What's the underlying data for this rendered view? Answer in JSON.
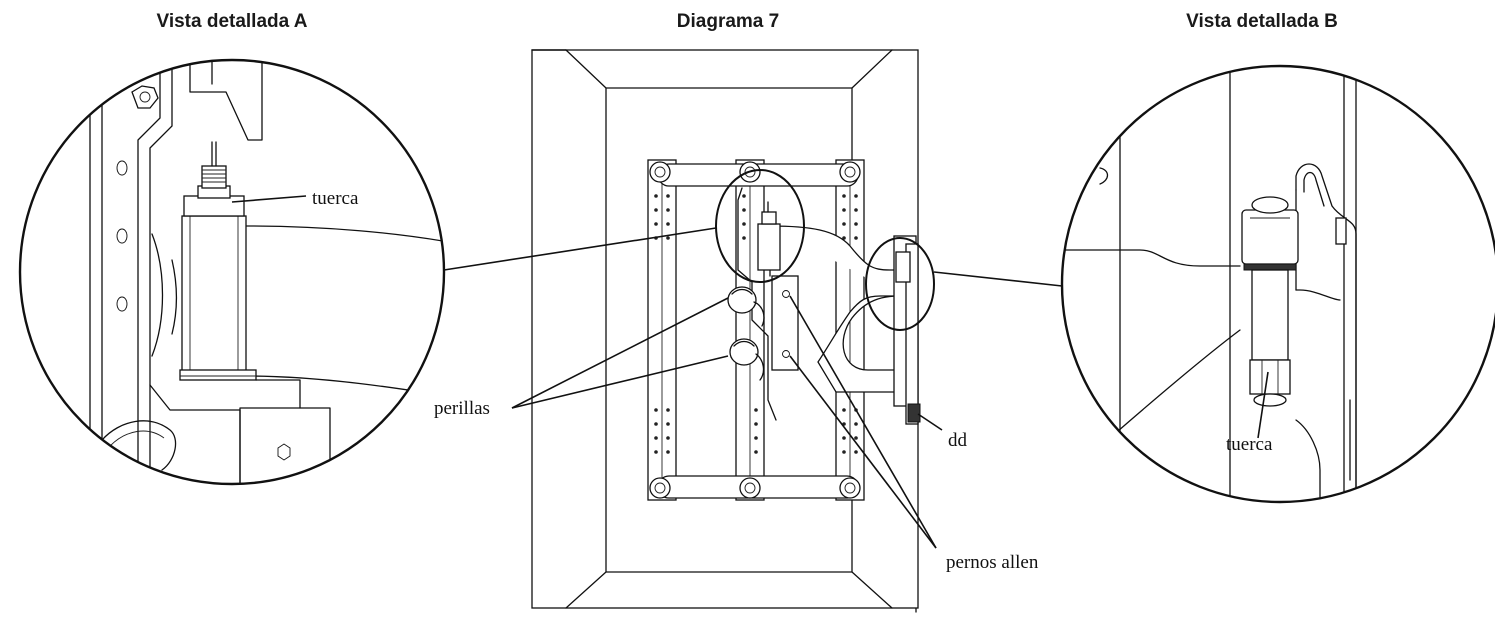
{
  "titles": {
    "detail_a": "Vista detallada A",
    "diagram": "Diagrama 7",
    "detail_b": "Vista detallada B"
  },
  "callouts": {
    "tuerca_a": "tuerca",
    "perillas": "perillas",
    "dd": "dd",
    "pernos_allen": "pernos allen",
    "tuerca_b": "tuerca"
  }
}
